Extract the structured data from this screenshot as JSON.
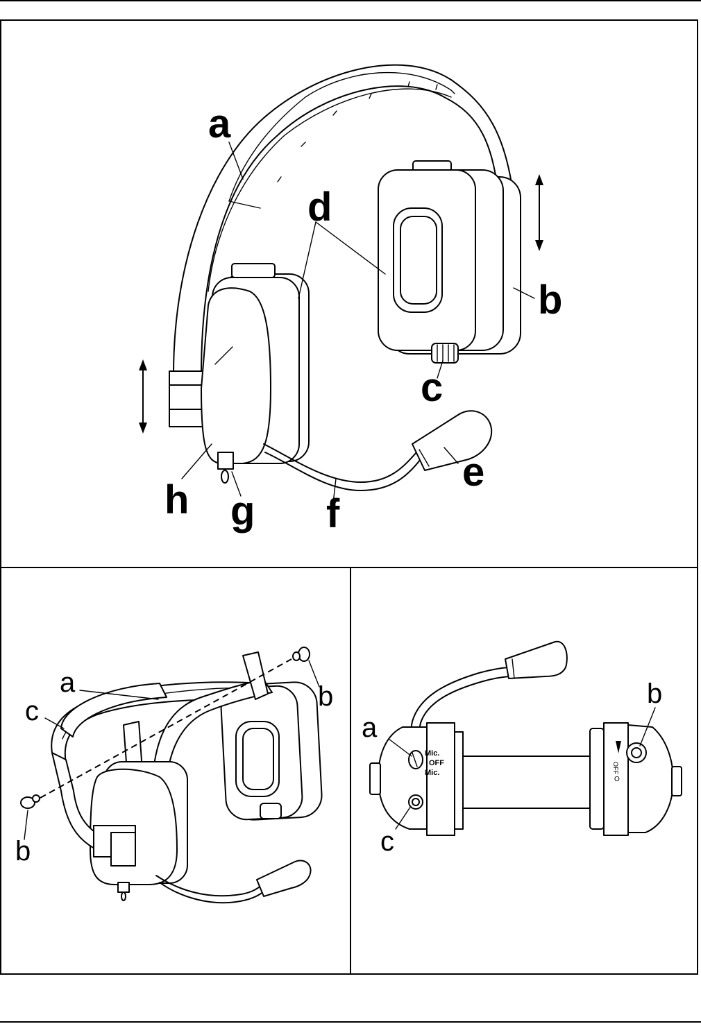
{
  "figure1": {
    "labels": {
      "a": "a",
      "b": "b",
      "c": "c",
      "d": "d",
      "e": "e",
      "f": "f",
      "g": "g",
      "h": "h"
    }
  },
  "figure2": {
    "labels": {
      "a": "a",
      "b_right": "b",
      "c": "c",
      "b_left": "b"
    }
  },
  "figure3": {
    "labels": {
      "a": "a",
      "b": "b",
      "c": "c"
    },
    "switch_text": {
      "mic_top": "Mic.",
      "off": "OFF",
      "mic_bottom": "Mic."
    },
    "right_switch": {
      "off": "OFF",
      "o": "O"
    }
  }
}
